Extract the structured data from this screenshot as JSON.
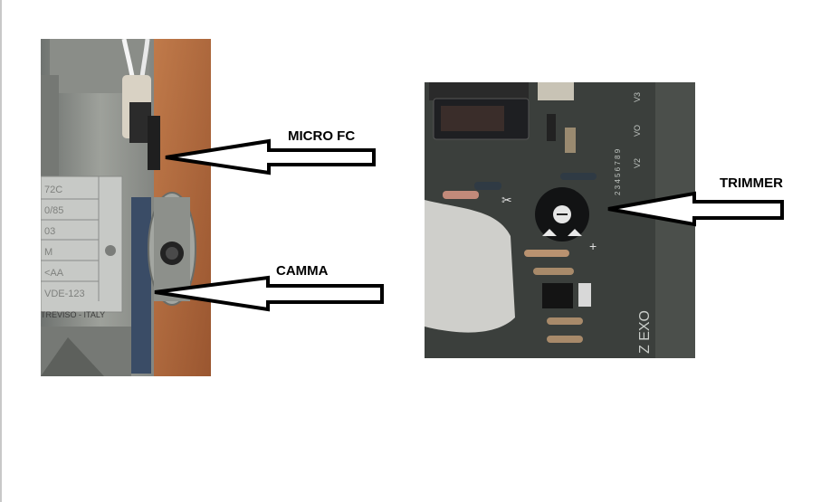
{
  "labels": {
    "micro_fc": "MICRO FC",
    "camma": "CAMMA",
    "trimmer": "TRIMMER"
  },
  "motor_plate": {
    "rows": [
      "72C",
      "0/85",
      "03",
      "M",
      "<AA",
      "VDE-123"
    ],
    "maker_line": "TREVISO - ITALY"
  },
  "board": {
    "silkscreen_brand": "Z EXO",
    "pin_numbers": "2 3 4 5 6 7 8 9",
    "pin_codes": [
      "VO",
      "V3",
      "V2"
    ],
    "scissor_mark": "✂",
    "plus_sign": "+"
  },
  "colors": {
    "label_text": "#000000",
    "arrow_fill": "#ffffff",
    "arrow_stroke": "#000000",
    "board_green": "#3b3f3c",
    "motor_wood": "#b5693e"
  }
}
